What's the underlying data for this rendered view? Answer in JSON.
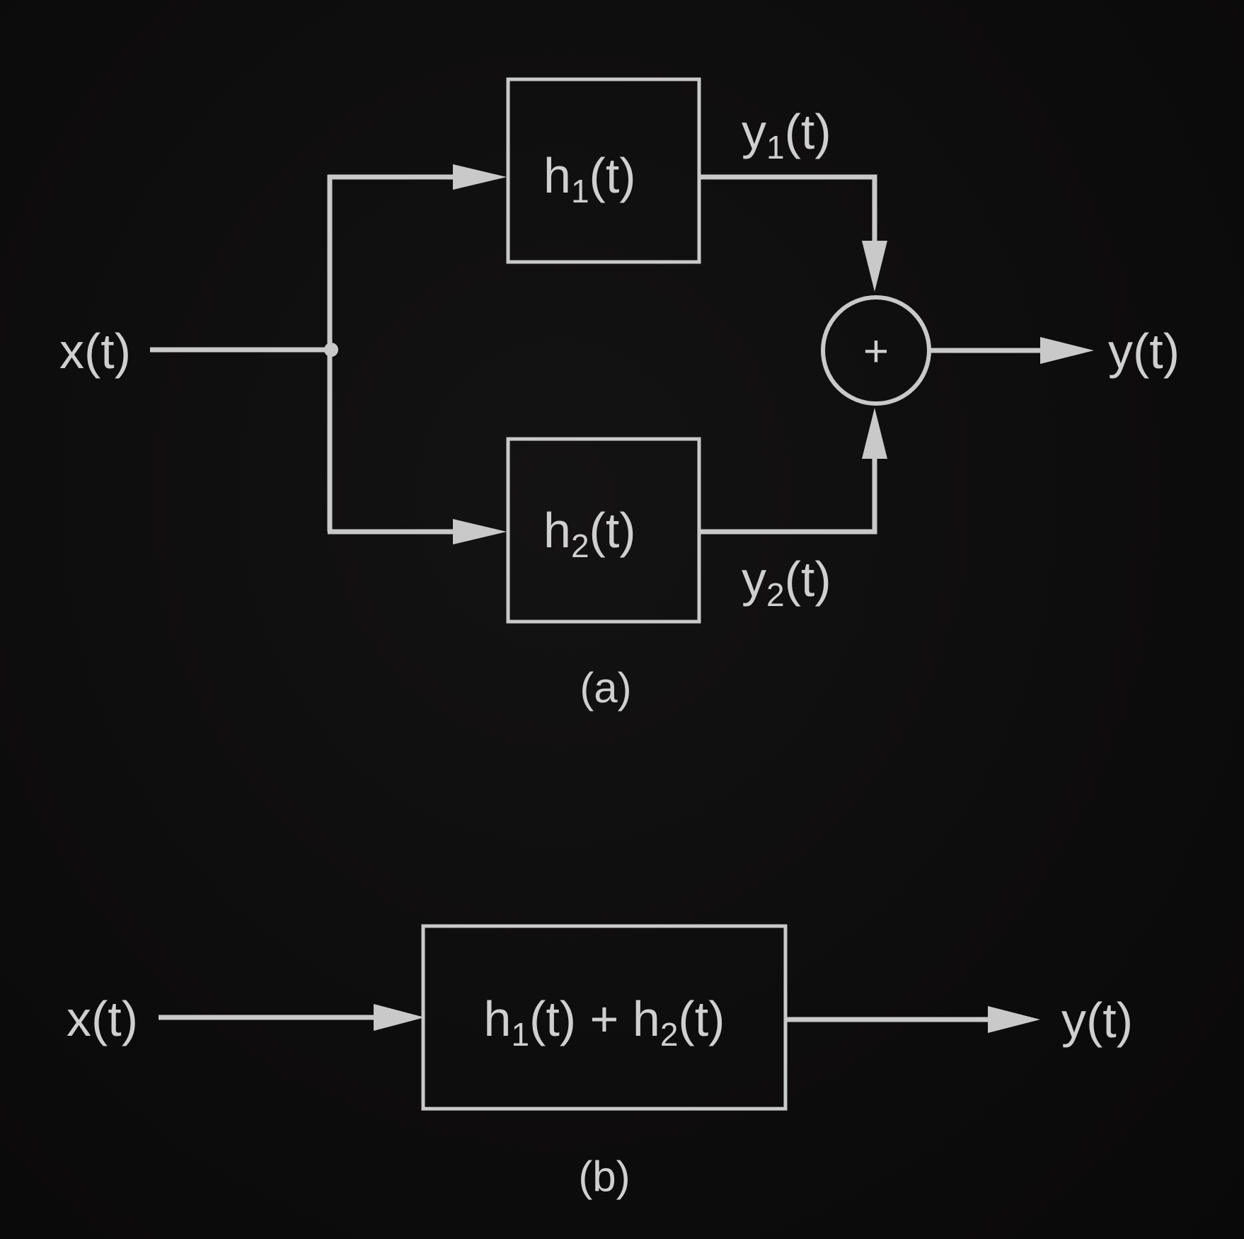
{
  "figure_a": {
    "input_base": "x",
    "input_arg": "(t)",
    "block1_base": "h",
    "block1_sub": "1",
    "block1_arg": "(t)",
    "block2_base": "h",
    "block2_sub": "2",
    "block2_arg": "(t)",
    "y1_base": "y",
    "y1_sub": "1",
    "y1_arg": "(t)",
    "y2_base": "y",
    "y2_sub": "2",
    "y2_arg": "(t)",
    "summer_symbol": "+",
    "output_base": "y",
    "output_arg": "(t)",
    "caption": "(a)"
  },
  "figure_b": {
    "input_base": "x",
    "input_arg": "(t)",
    "block_h1_base": "h",
    "block_h1_sub": "1",
    "block_h1_arg": "(t)",
    "block_plus": " + ",
    "block_h2_base": "h",
    "block_h2_sub": "2",
    "block_h2_arg": "(t)",
    "output_base": "y",
    "output_arg": "(t)",
    "caption": "(b)"
  },
  "colors": {
    "background": "#0d0c0c",
    "line": "#c9c9c9",
    "text": "#cfcfcf"
  }
}
